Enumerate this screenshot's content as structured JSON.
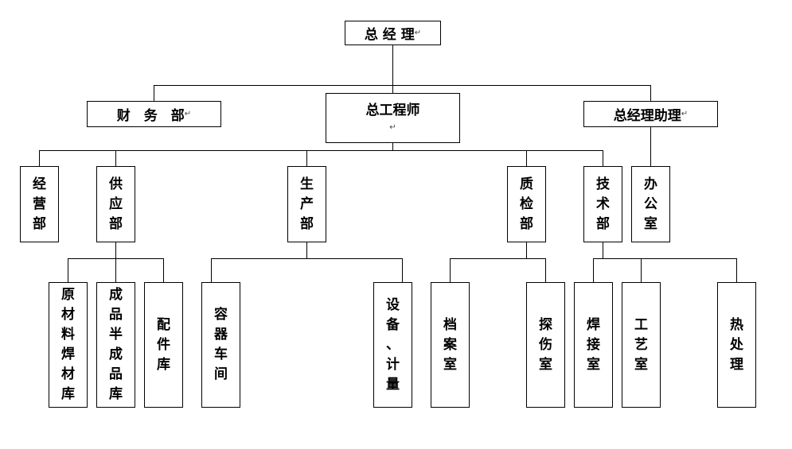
{
  "mark": "↵",
  "org": {
    "gm": "总 经 理",
    "finance": "财　务　部",
    "chief_engineer": "总工程师",
    "assistant": "总经理助理",
    "operations": "经营部",
    "supply": "供应部",
    "production": "生产部",
    "quality": "质检部",
    "technology": "技术部",
    "office": "办公室",
    "raw_material_store": "原材料焊材库",
    "product_store": "成品半成品库",
    "parts_store": "配件库",
    "vessel_workshop": "容器车间",
    "equipment_metering": "设备、计量",
    "archive_room": "档案室",
    "flaw_detection_room": "探伤室",
    "welding_room": "焊接室",
    "process_room": "工艺室",
    "heat_treatment": "热处理"
  }
}
